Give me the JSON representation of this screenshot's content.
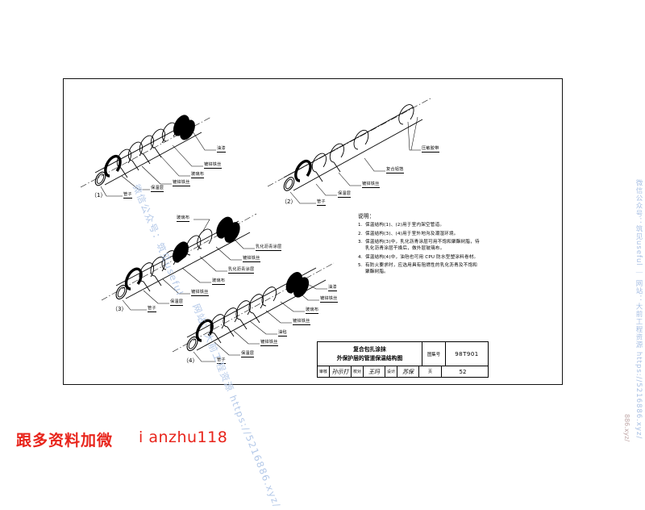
{
  "sheet": {
    "drawing_number_label": "图集号",
    "drawing_number": "98T901",
    "page_label": "页",
    "page_number": "52",
    "title_line1": "复合包扎涂抹",
    "title_line2": "外保护层的管道保温结构图",
    "approval": {
      "key": "审核",
      "value": "孙示打"
    },
    "check": {
      "key": "校对",
      "value": "王玛"
    },
    "design": {
      "key": "设计",
      "value": "苏保"
    }
  },
  "notes": {
    "title": "说明：",
    "items": [
      {
        "index": "1.",
        "text": "保温结构(1)、(2)用于室内架空管道。"
      },
      {
        "index": "2.",
        "text": "保温结构(3)、(4)用于室外地沟及潮湿环境。"
      },
      {
        "index": "3.",
        "text": "保温结构(3)中，乳化沥青涂层可用不饱和聚酯树脂，待乳化沥青涂层干燥后，做外层玻璃布。"
      },
      {
        "index": "4.",
        "text": "保温结构(4)中，油毡也可用 CPU 防水型塑涂料卷材。"
      },
      {
        "index": "5.",
        "text": "有防火要求时，应选用具有阻燃性的乳化沥青及不饱和聚酯树脂。"
      }
    ]
  },
  "figures": [
    {
      "id": "fig1",
      "caption": "（1）",
      "labels": [
        {
          "name": "pipe",
          "text": "管子"
        },
        {
          "name": "insulation-layer",
          "text": "保温层"
        },
        {
          "name": "galvanized-wire-1",
          "text": "镀锌铁丝"
        },
        {
          "name": "glass-cloth",
          "text": "玻璃布"
        },
        {
          "name": "galvanized-wire-2",
          "text": "镀锌铁丝"
        },
        {
          "name": "paint",
          "text": "油漆"
        }
      ]
    },
    {
      "id": "fig2",
      "caption": "（2）",
      "labels": [
        {
          "name": "pipe",
          "text": "管子"
        },
        {
          "name": "insulation-layer",
          "text": "保温层"
        },
        {
          "name": "galvanized-wire",
          "text": "镀锌铁丝"
        },
        {
          "name": "composite-aluminum-foil",
          "text": "复合铝箔"
        },
        {
          "name": "pressure-sensitive-tape",
          "text": "压敏胶带"
        }
      ]
    },
    {
      "id": "fig3",
      "caption": "（3）",
      "labels": [
        {
          "name": "pipe",
          "text": "管子"
        },
        {
          "name": "insulation-layer",
          "text": "保温层"
        },
        {
          "name": "galvanized-wire-1",
          "text": "镀锌铁丝"
        },
        {
          "name": "glass-cloth-1",
          "text": "玻璃布"
        },
        {
          "name": "emulsified-asphalt-coating-1",
          "text": "乳化沥青涂层"
        },
        {
          "name": "galvanized-wire-2",
          "text": "镀锌铁丝"
        },
        {
          "name": "glass-cloth-2",
          "text": "玻璃布"
        },
        {
          "name": "emulsified-asphalt-coating-2",
          "text": "乳化沥青涂层"
        }
      ]
    },
    {
      "id": "fig4",
      "caption": "（4）",
      "labels": [
        {
          "name": "pipe",
          "text": "管子"
        },
        {
          "name": "insulation-layer",
          "text": "保温层"
        },
        {
          "name": "galvanized-wire-1",
          "text": "镀锌铁丝"
        },
        {
          "name": "asphalt-felt",
          "text": "油毡"
        },
        {
          "name": "galvanized-wire-2",
          "text": "镀锌铁丝"
        },
        {
          "name": "glass-cloth",
          "text": "玻璃布"
        },
        {
          "name": "galvanized-wire-3",
          "text": "镀锌铁丝"
        },
        {
          "name": "paint",
          "text": "油漆"
        }
      ]
    }
  ],
  "watermarks": {
    "right_vertical": "微信公众号：筑见useful ｜ 网站：大前工程资源 https://5216886.xyz/",
    "diagonal_1": "微信公众号：筑见useful",
    "diagonal_2": "网站：大前工程资源 https://5216886.xyz/",
    "corner_mini": "886.xyz/",
    "footer_cn": "跟多资料加微",
    "footer_en": "i anzhu118"
  },
  "colors": {
    "ink": "#000000",
    "watermark_blue": "#a9c0e4",
    "footer_red": "#e8241b",
    "paper": "#ffffff"
  }
}
